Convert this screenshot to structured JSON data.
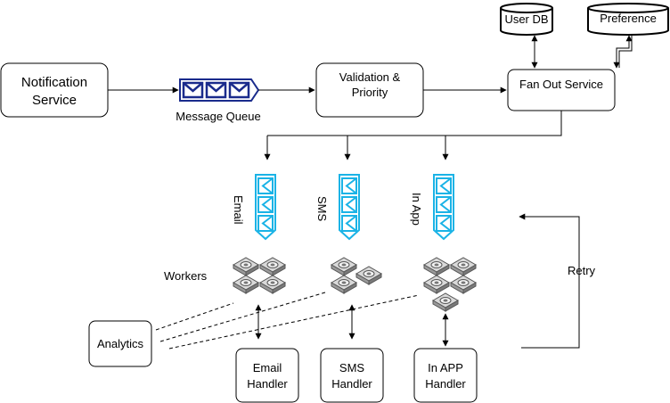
{
  "nodes": {
    "notification_service": [
      "Notification",
      "Service"
    ],
    "message_queue": "Message Queue",
    "validation_priority": [
      "Validation &",
      "Priority"
    ],
    "fan_out_service": "Fan Out Service",
    "user_db": "User DB",
    "preference": "Preference",
    "email_queue": "Email",
    "sms_queue": "SMS",
    "inapp_queue": "In App",
    "workers": "Workers",
    "analytics": "Analytics",
    "email_handler": [
      "Email",
      "Handler"
    ],
    "sms_handler": [
      "SMS",
      "Handler"
    ],
    "inapp_handler": [
      "In APP",
      "Handler"
    ],
    "retry": "Retry"
  },
  "colors": {
    "queue_icon_dark": "#1a2b8c",
    "queue_icon_cyan": "#1ab3e6",
    "worker_gray": "#b0b0b0",
    "stroke": "#000000"
  }
}
